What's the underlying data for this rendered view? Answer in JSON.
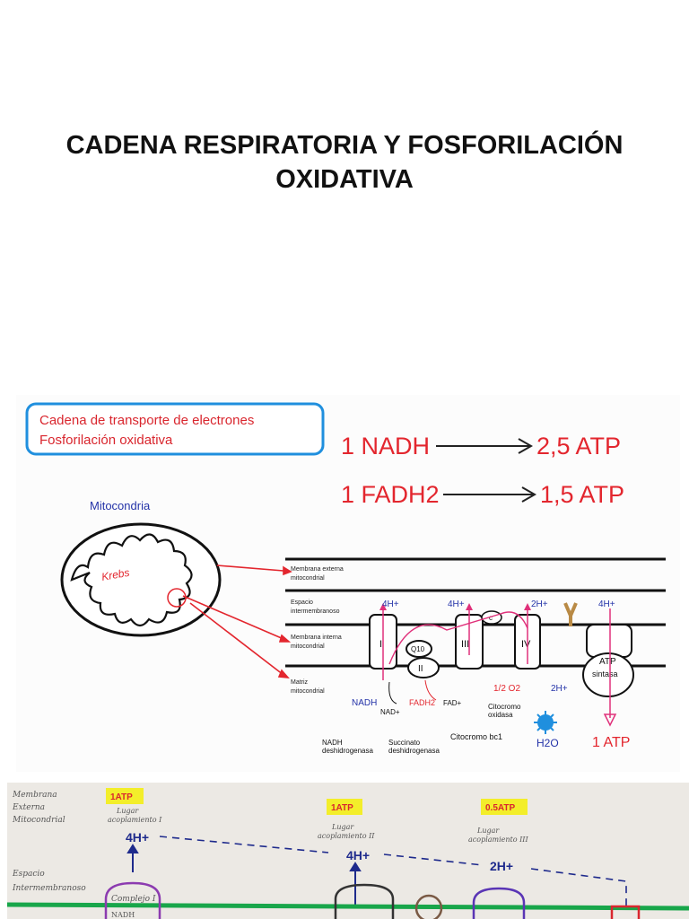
{
  "title": {
    "line1": "CADENA RESPIRATORIA Y FOSFORILACIÓN",
    "line2": "OXIDATIVA"
  },
  "diagram": {
    "box_line1": "Cadena de transporte de electrones",
    "box_line2": "Fosforilación oxidativa",
    "mito_label": "Mitocondria",
    "krebs_label": "Krebs",
    "yield_nadh_left": "1 NADH",
    "yield_nadh_right": "2,5 ATP",
    "yield_fadh_left": "1 FADH2",
    "yield_fadh_right": "1,5 ATP",
    "labels": {
      "outer_membrane_1": "Membrana externa",
      "outer_membrane_2": "mitocondrial",
      "intermembrane_1": "Espacio",
      "intermembrane_2": "intermembranoso",
      "inner_membrane_1": "Membrana interna",
      "inner_membrane_2": "mitocondrial",
      "matrix_1": "Matriz",
      "matrix_2": "mitocondrial"
    },
    "protons": {
      "h1": "4H+",
      "h2": "4H+",
      "h3": "2H+",
      "h4": "4H+",
      "h5": "2H+"
    },
    "complexes": {
      "c1": "I",
      "c2": "II",
      "c3": "III",
      "c4": "IV",
      "q": "Q10",
      "c": "c",
      "atp_1": "ATP",
      "atp_2": "sintasa"
    },
    "substrates": {
      "nadh": "NADH",
      "nad": "NAD+",
      "fadh2": "FADH2",
      "fad": "FAD+",
      "o2": "1/2 O2",
      "h2o": "H2O",
      "one_atp": "1 ATP"
    },
    "enzymes": {
      "nadh_dh_1": "NADH",
      "nadh_dh_2": "deshidrogenasa",
      "succ_dh_1": "Succinato",
      "succ_dh_2": "deshidrogenasa",
      "cyt_bc1": "Citocromo bc1",
      "cyt_ox_1": "Citocromo",
      "cyt_ox_2": "oxidasa"
    }
  },
  "sketch": {
    "left_1": "Membrana",
    "left_2": "Externa",
    "left_3": "Mitocondrial",
    "left_4": "Espacio",
    "left_5": "Intermembranoso",
    "atp_1": "1ATP",
    "atp_2": "1ATP",
    "atp_3": "0.5ATP",
    "site_1a": "Lugar",
    "site_1b": "acoplamiento I",
    "site_2a": "Lugar",
    "site_2b": "acoplamiento II",
    "site_3a": "Lugar",
    "site_3b": "acoplamiento III",
    "h_1": "4H+",
    "h_2": "4H+",
    "h_3": "2H+",
    "complex_1": "Complejo I",
    "nadh": "NADH"
  },
  "colors": {
    "red": "#e3262e",
    "blue_box": "#1f8fde",
    "navy": "#1e2a8c",
    "sketch_green": "#18a64a",
    "sketch_yellow": "#f3ee2a"
  }
}
